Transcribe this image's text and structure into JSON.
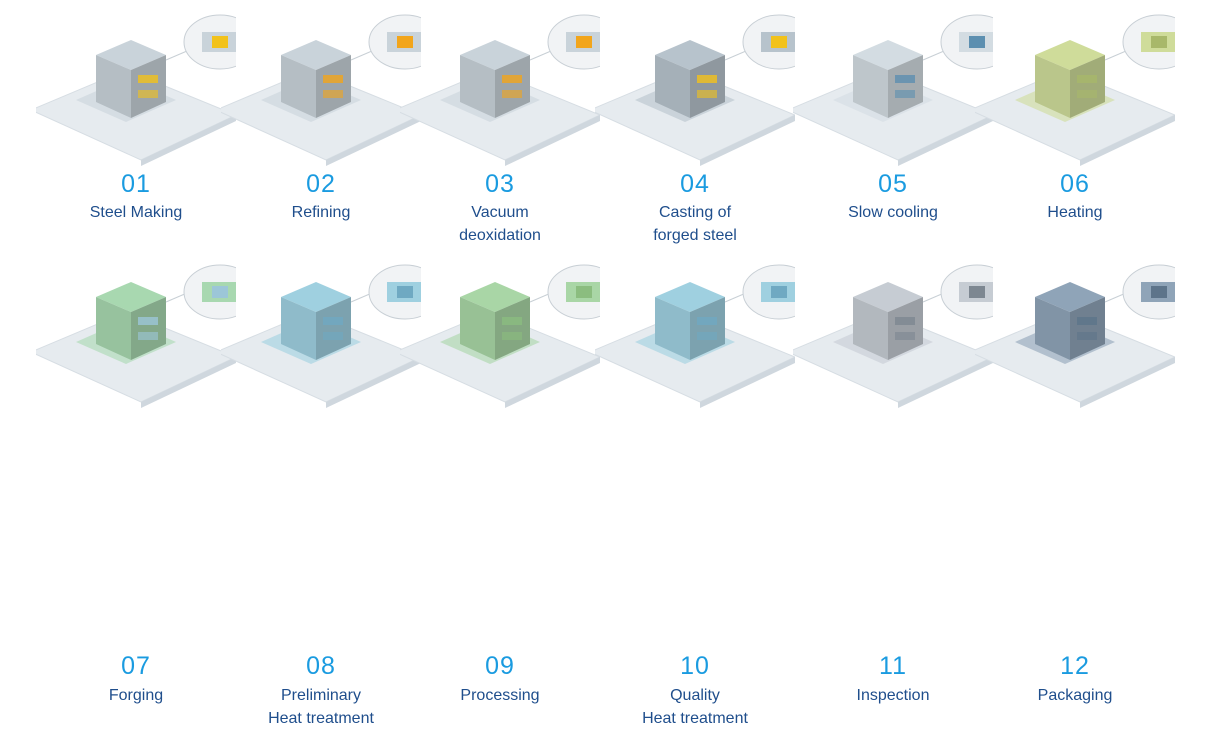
{
  "colors": {
    "number": "#1a9be0",
    "label": "#1f4e8c",
    "platform": "#e6ebef",
    "callout": "#f1f3f5"
  },
  "steps": [
    {
      "number": "01",
      "label": [
        "Steel Making"
      ],
      "icon": "steel-making-plant-icon",
      "color": "#c9d3da",
      "accent": "#f2c21b"
    },
    {
      "number": "02",
      "label": [
        "Refining"
      ],
      "icon": "refining-plant-icon",
      "color": "#c9d3da",
      "accent": "#f2a51b"
    },
    {
      "number": "03",
      "label": [
        "Vacuum",
        "deoxidation"
      ],
      "icon": "vacuum-deoxidation-plant-icon",
      "color": "#c9d3da",
      "accent": "#f2a51b"
    },
    {
      "number": "04",
      "label": [
        "Casting of",
        "forged steel"
      ],
      "icon": "casting-plant-icon",
      "color": "#b7c3cc",
      "accent": "#f2c21b"
    },
    {
      "number": "05",
      "label": [
        "Slow cooling"
      ],
      "icon": "slow-cooling-plant-icon",
      "color": "#d3dce2",
      "accent": "#5c8fb0"
    },
    {
      "number": "06",
      "label": [
        "Heating"
      ],
      "icon": "heating-plant-icon",
      "color": "#cfdc9a",
      "accent": "#a8b86a"
    },
    {
      "number": "07",
      "label": [
        "Forging"
      ],
      "icon": "forging-plant-icon",
      "color": "#a8d8b0",
      "accent": "#9cc6d8"
    },
    {
      "number": "08",
      "label": [
        "Preliminary",
        "Heat treatment"
      ],
      "icon": "preliminary-heat-treatment-plant-icon",
      "color": "#9fd0e0",
      "accent": "#6fa9c2"
    },
    {
      "number": "09",
      "label": [
        "Processing"
      ],
      "icon": "processing-plant-icon",
      "color": "#a9d6a6",
      "accent": "#8bbd7f"
    },
    {
      "number": "10",
      "label": [
        "Quality",
        "Heat treatment"
      ],
      "icon": "quality-heat-treatment-plant-icon",
      "color": "#9fd0e0",
      "accent": "#6fa9c2"
    },
    {
      "number": "11",
      "label": [
        "Inspection"
      ],
      "icon": "inspection-plant-icon",
      "color": "#c6ccd3",
      "accent": "#7d8791"
    },
    {
      "number": "12",
      "label": [
        "Packaging"
      ],
      "icon": "packaging-plant-icon",
      "color": "#8fa4b8",
      "accent": "#5d748a"
    }
  ]
}
